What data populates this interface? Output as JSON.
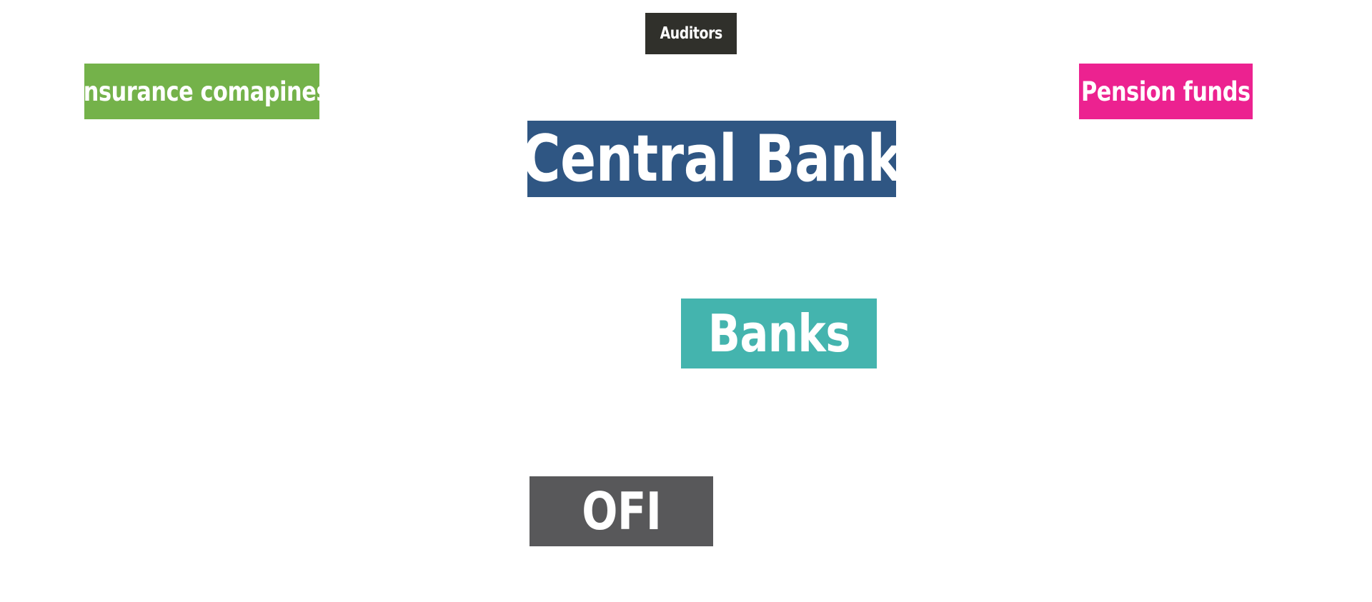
{
  "nodes": {
    "auditors": {
      "label": "Auditors",
      "color": "#30302b"
    },
    "insurance": {
      "label": "Insurance comapines",
      "color": "#74b24a"
    },
    "pension": {
      "label": "Pension funds",
      "color": "#ec2290"
    },
    "central_bank": {
      "label": "Central Bank",
      "color": "#2f5683"
    },
    "banks": {
      "label": "Banks",
      "color": "#44b4ae"
    },
    "ofi": {
      "label": "OFI",
      "color": "#58585a"
    }
  }
}
